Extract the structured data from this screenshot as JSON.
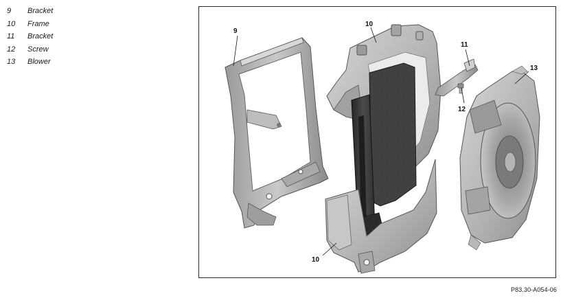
{
  "legend": [
    {
      "num": "9",
      "label": "Bracket"
    },
    {
      "num": "10",
      "label": "Frame"
    },
    {
      "num": "11",
      "label": "Bracket"
    },
    {
      "num": "12",
      "label": "Screw"
    },
    {
      "num": "13",
      "label": "Blower"
    }
  ],
  "callouts": {
    "bracket_left": "9",
    "frame_top": "10",
    "frame_bottom": "10",
    "bracket_small": "11",
    "screw": "12",
    "blower": "13"
  },
  "figure_id": "P83.30-A054-06"
}
